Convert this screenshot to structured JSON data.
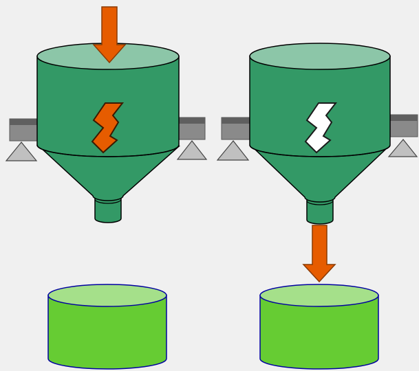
{
  "colors": {
    "background": "#f0f0f0",
    "hopper_body": "#339966",
    "hopper_top": "#8cc6a8",
    "outline": "#000000",
    "arrow": "#e65c00",
    "arrow_outline": "#8a3a00",
    "bin_body": "#66cc33",
    "bin_top": "#a5e08a",
    "bin_outline": "#0000a0",
    "load_cell": "#777777",
    "support": "#c0c0c0"
  },
  "hoppers": [
    {
      "name": "hopper-left",
      "state": "filling",
      "inlet_arrow": true,
      "outlet_arrow": false,
      "lightning_color": "#e65c00"
    },
    {
      "name": "hopper-right",
      "state": "discharging",
      "inlet_arrow": false,
      "outlet_arrow": true,
      "lightning_color": "#ffffff"
    }
  ],
  "bins": [
    {
      "name": "bin-left"
    },
    {
      "name": "bin-right"
    }
  ],
  "icons": [
    "down-arrow-icon",
    "lightning-icon",
    "load-cell-icon",
    "triangle-support-icon"
  ]
}
